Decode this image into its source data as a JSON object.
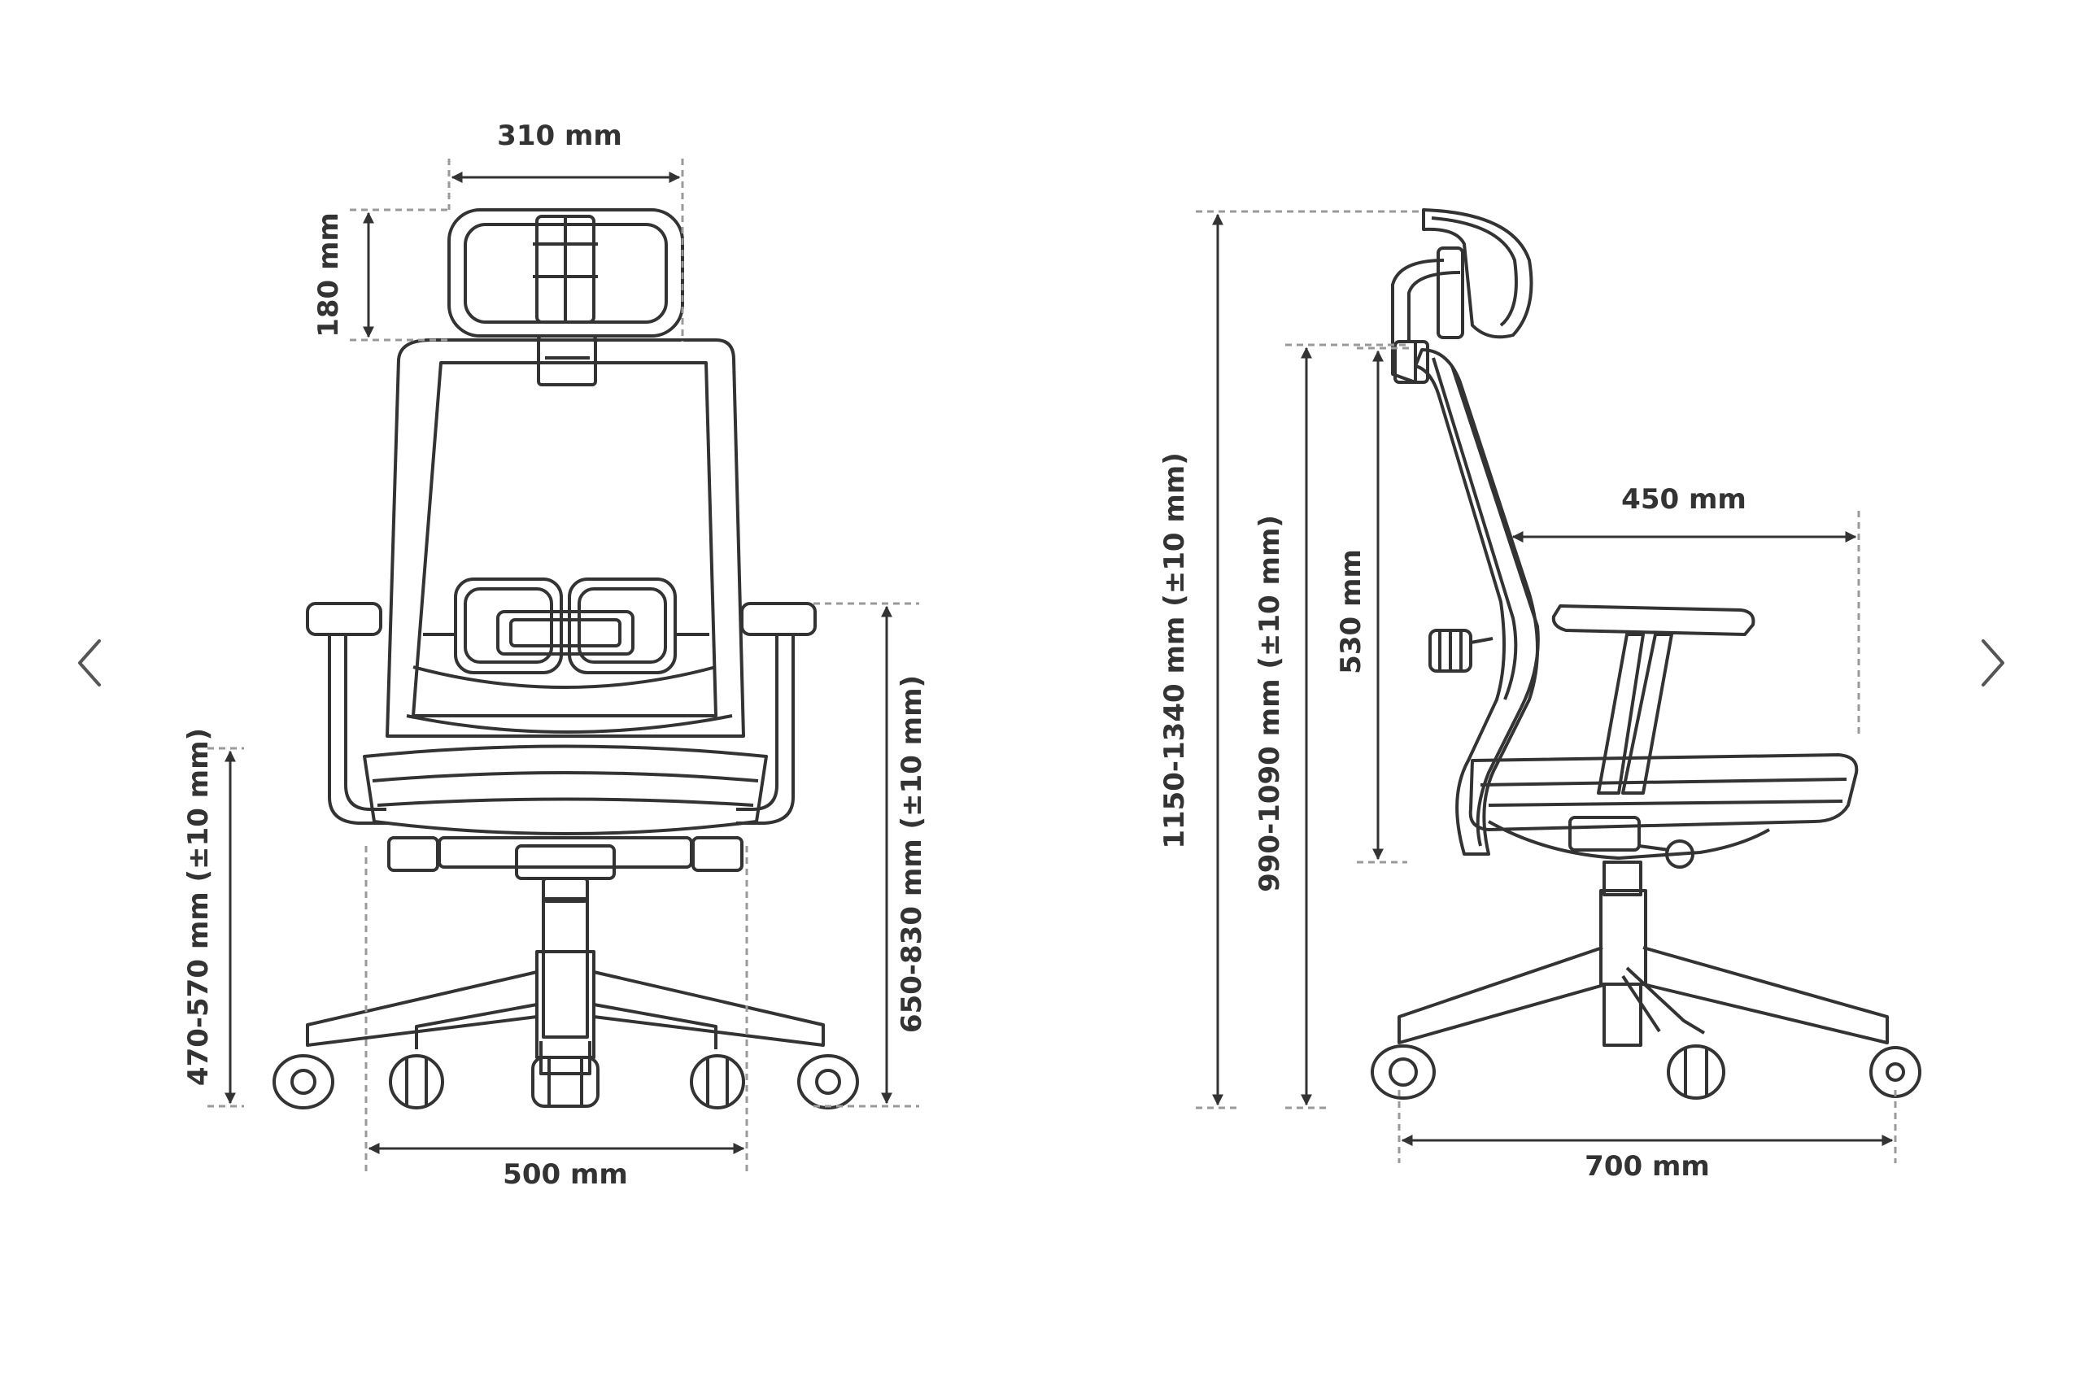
{
  "colors": {
    "line": "#333333",
    "background": "#ffffff",
    "dash": "#9a9a9a"
  },
  "carousel": {
    "prev_icon": "chevron-left-icon",
    "next_icon": "chevron-right-icon"
  },
  "front_view": {
    "headrest_width": "310 mm",
    "headrest_height": "180 mm",
    "seat_height": "470-570 mm (±10 mm)",
    "armrest_height": "650-830 mm (±10 mm)",
    "base_width": "500 mm"
  },
  "side_view": {
    "total_height": "1150-1340 mm (±10 mm)",
    "backrest_height": "990-1090 mm (±10 mm)",
    "back_height": "530 mm",
    "seat_depth": "450 mm",
    "base_depth": "700 mm"
  }
}
